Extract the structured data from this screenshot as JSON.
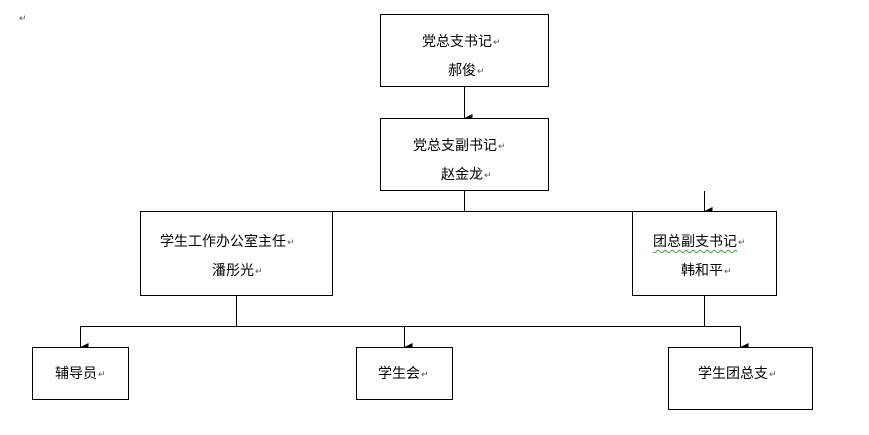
{
  "paragraph_mark": "↵",
  "nodes": {
    "party_secretary": {
      "title": "党总支书记",
      "name": "郝俊"
    },
    "deputy_secretary": {
      "title": "党总支副书记",
      "name": "赵金龙"
    },
    "student_affairs": {
      "title": "学生工作办公室主任",
      "name": "潘彤光"
    },
    "youth_league": {
      "title": "团总副支书记",
      "name": "韩和平"
    },
    "counselor": {
      "title": "辅导员"
    },
    "student_union": {
      "title": "学生会"
    },
    "league_branch": {
      "title": "学生团总支"
    }
  }
}
